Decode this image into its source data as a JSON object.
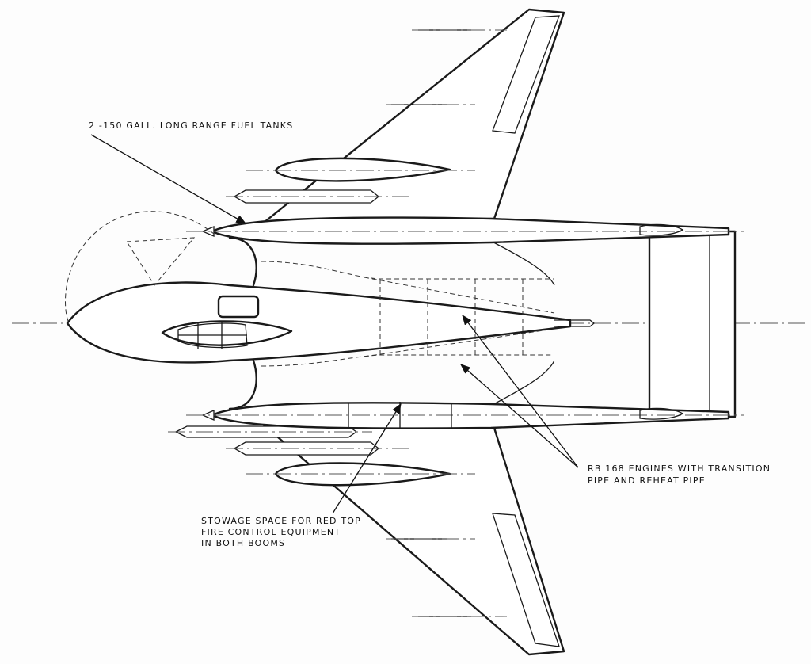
{
  "labels": {
    "fuel_tanks": "2 -150 GALL. LONG RANGE FUEL TANKS",
    "stowage_line1": "STOWAGE SPACE FOR RED TOP",
    "stowage_line2": "FIRE CONTROL EQUIPMENT",
    "stowage_line3": "IN BOTH BOOMS",
    "engines_line1": "RB 168 ENGINES WITH TRANSITION",
    "engines_line2": "PIPE AND REHEAT PIPE"
  },
  "colors": {
    "ink": "#1a1a1a",
    "paper": "#fdfdfd"
  }
}
